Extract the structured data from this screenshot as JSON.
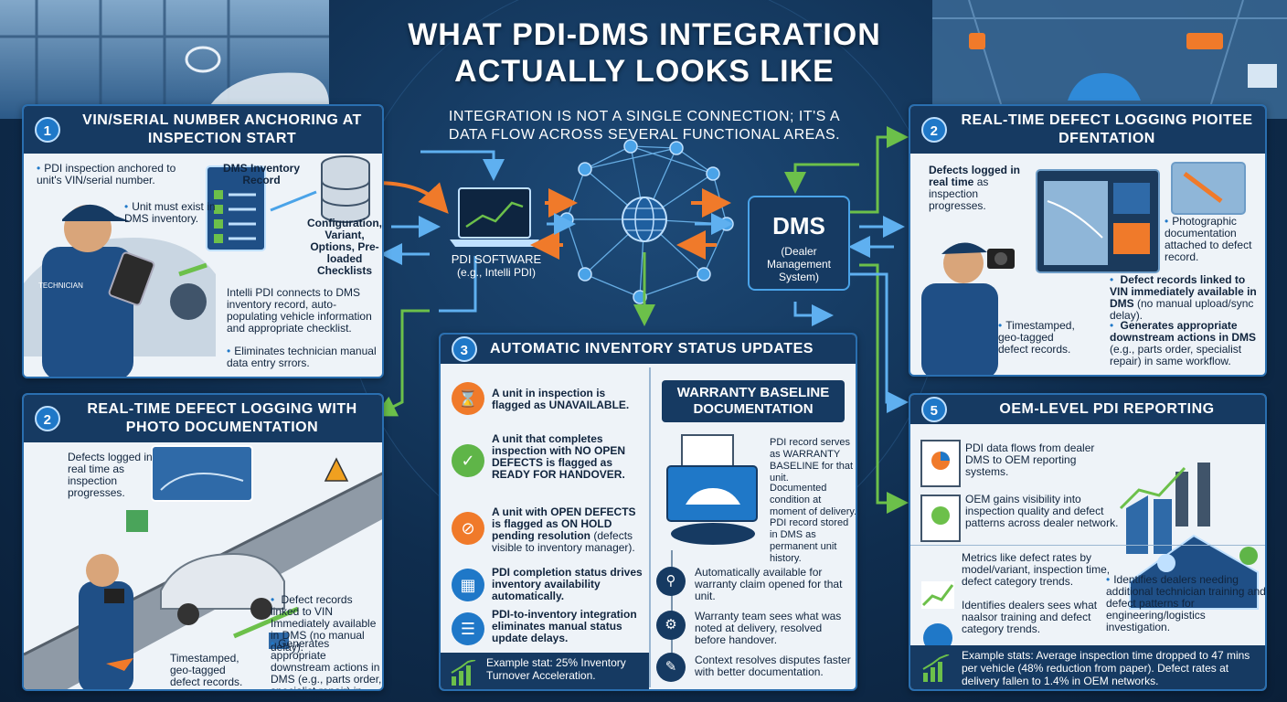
{
  "title": "WHAT PDI-DMS INTEGRATION ACTUALLY LOOKS LIKE",
  "subtitle": "INTEGRATION IS NOT A SINGLE CONNECTION; IT'S A DATA FLOW ACROSS SEVERAL FUNCTIONAL AREAS.",
  "colors": {
    "navy": "#163a62",
    "accent_blue": "#1f78c8",
    "orange": "#f07a2a",
    "green": "#5fb548",
    "panel_bg": "#eef3f8"
  },
  "hub": {
    "pdi_label": "PDI SOFTWARE",
    "pdi_sub": "(e.g., Intelli PDI)",
    "dms_label": "DMS",
    "dms_sub": "(Dealer Management System)"
  },
  "p1": {
    "num": "1",
    "title": "VIN/SERIAL NUMBER ANCHORING AT INSPECTION START",
    "t1": "PDI inspection anchored to unit's VIN/serial number.",
    "t2": "Unit must exist in DMS inventory.",
    "record_title": "DMS Inventory Record",
    "config": "Configuration, Variant, Options, Pre-loaded Checklists",
    "t3": "Intelli PDI connects to DMS inventory record, auto-populating vehicle information and appropriate checklist.",
    "t4": "Eliminates technician manual data entry srrors.",
    "shirt": "TECHNICIAN"
  },
  "p2": {
    "num": "2",
    "title": "REAL-TIME DEFECT LOGGING WITH PHOTO DOCUMENTATION",
    "t1": "Defects logged in real time as inspection progresses.",
    "t2": "Defect records linked to VIN Immediately available in DMS",
    "t2b": "(no manual delay).",
    "t3": "Timestamped, geo-tagged defect records.",
    "t4": "Generates appropriate downstream actions in DMS (e.g., parts order, specialist repair) in same workflow."
  },
  "p3": {
    "num": "3",
    "title": "AUTOMATIC INVENTORY STATUS UPDATES",
    "i1": "A unit in inspection is flagged as UNAVAILABLE.",
    "i2": "A unit that completes inspection with NO OPEN DEFECTS is flagged as READY FOR HANDOVER.",
    "i3": "A unit with OPEN DEFECTS is flagged as ON HOLD pending resolution",
    "i3b": "(defects visible to inventory manager).",
    "i4": "PDI completion status drives inventory availability automatically.",
    "i5": "PDI-to-inventory integration eliminates manual status update delays.",
    "stat": "Example stat: 25% Inventory Turnover Acceleration.",
    "w_title": "WARRANTY BASELINE DOCUMENTATION",
    "w1": "PDI record serves as WARRANTY BASELINE for that unit.",
    "w2": "Documented condition at moment of delivery.",
    "w3": "PDI record stored in DMS as permanent unit history.",
    "w4": "Automatically available for warranty claim opened for that unit.",
    "w5": "Warranty team sees what was noted at delivery, resolved before handover.",
    "w6": "Context resolves disputes faster with better documentation."
  },
  "p4": {
    "num": "2",
    "title": "REAL-TIME DEFECT LOGGING PIOITEE DFENTATION",
    "t1": "Defects logged in real time",
    "t1b": "as inspection progresses.",
    "t2": "Photographic documentation attached to defect record.",
    "t3": "Defect records linked to VIN immediately available in DMS",
    "t3b": "(no manual upload/sync delay).",
    "t4": "Timestamped, geo-tagged defect records.",
    "t5": "Generates appropriate downstream actions in DMS",
    "t5b": "(e.g., parts order, specialist repair) in same workflow."
  },
  "p5": {
    "num": "5",
    "title": "OEM-LEVEL PDI REPORTING",
    "t1": "PDI data flows from dealer DMS to OEM reporting systems.",
    "t2": "OEM gains visibility into inspection quality and defect patterns across dealer network.",
    "t3": "Metrics like defect rates by model/variant, inspection time, defect category trends.",
    "t4": "Identifies dealers sees what naalsor training and defect category trends.",
    "t5": "Identifies dealers needing additional technician training and defect patterns for engineering/logistics investigation.",
    "stat": "Example stats: Average inspection time dropped to 47 mins per vehicle (48% reduction from paper). Defect rates at delivery fallen to 1.4% in OEM networks."
  }
}
